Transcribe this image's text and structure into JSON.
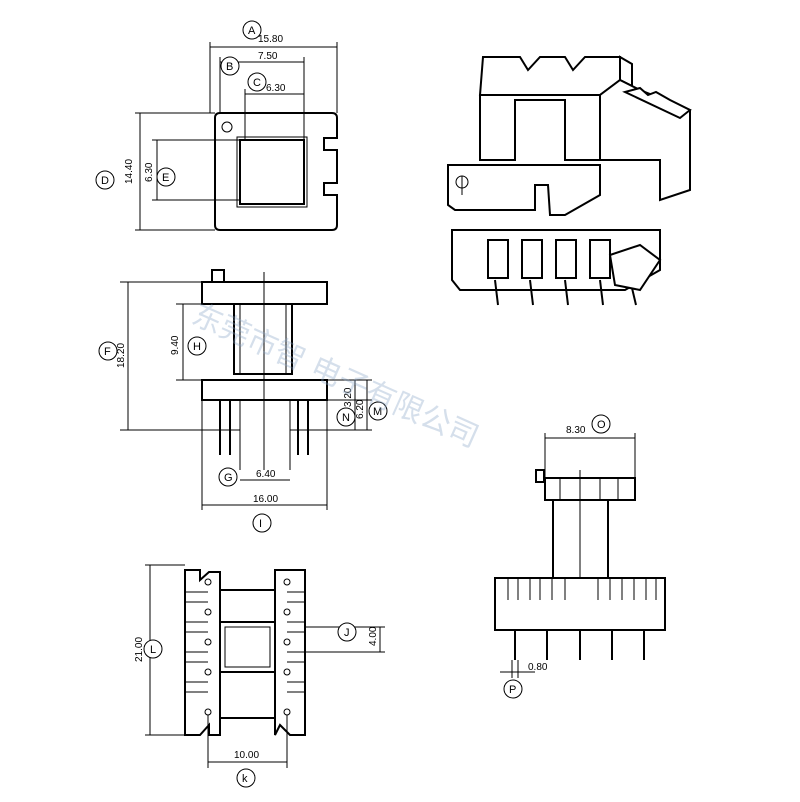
{
  "dimensions": {
    "A": "15.80",
    "B": "7.50",
    "C": "6.30",
    "D": "14.40",
    "E": "6.30",
    "F": "18.20",
    "H": "9.40",
    "N": "3.20",
    "M": "6.20",
    "G": "6.40",
    "I": "16.00",
    "O": "8.30",
    "P": "0.80",
    "L": "21.00",
    "J": "4.00",
    "K": "10.00"
  },
  "labels": {
    "A": "A",
    "B": "B",
    "C": "C",
    "D": "D",
    "E": "E",
    "F": "F",
    "H": "H",
    "N": "N",
    "M": "M",
    "G": "G",
    "I": "I",
    "O": "O",
    "P": "P",
    "L": "L",
    "J": "J",
    "K": "k"
  },
  "watermark": "东莞市智 电子有限公司"
}
